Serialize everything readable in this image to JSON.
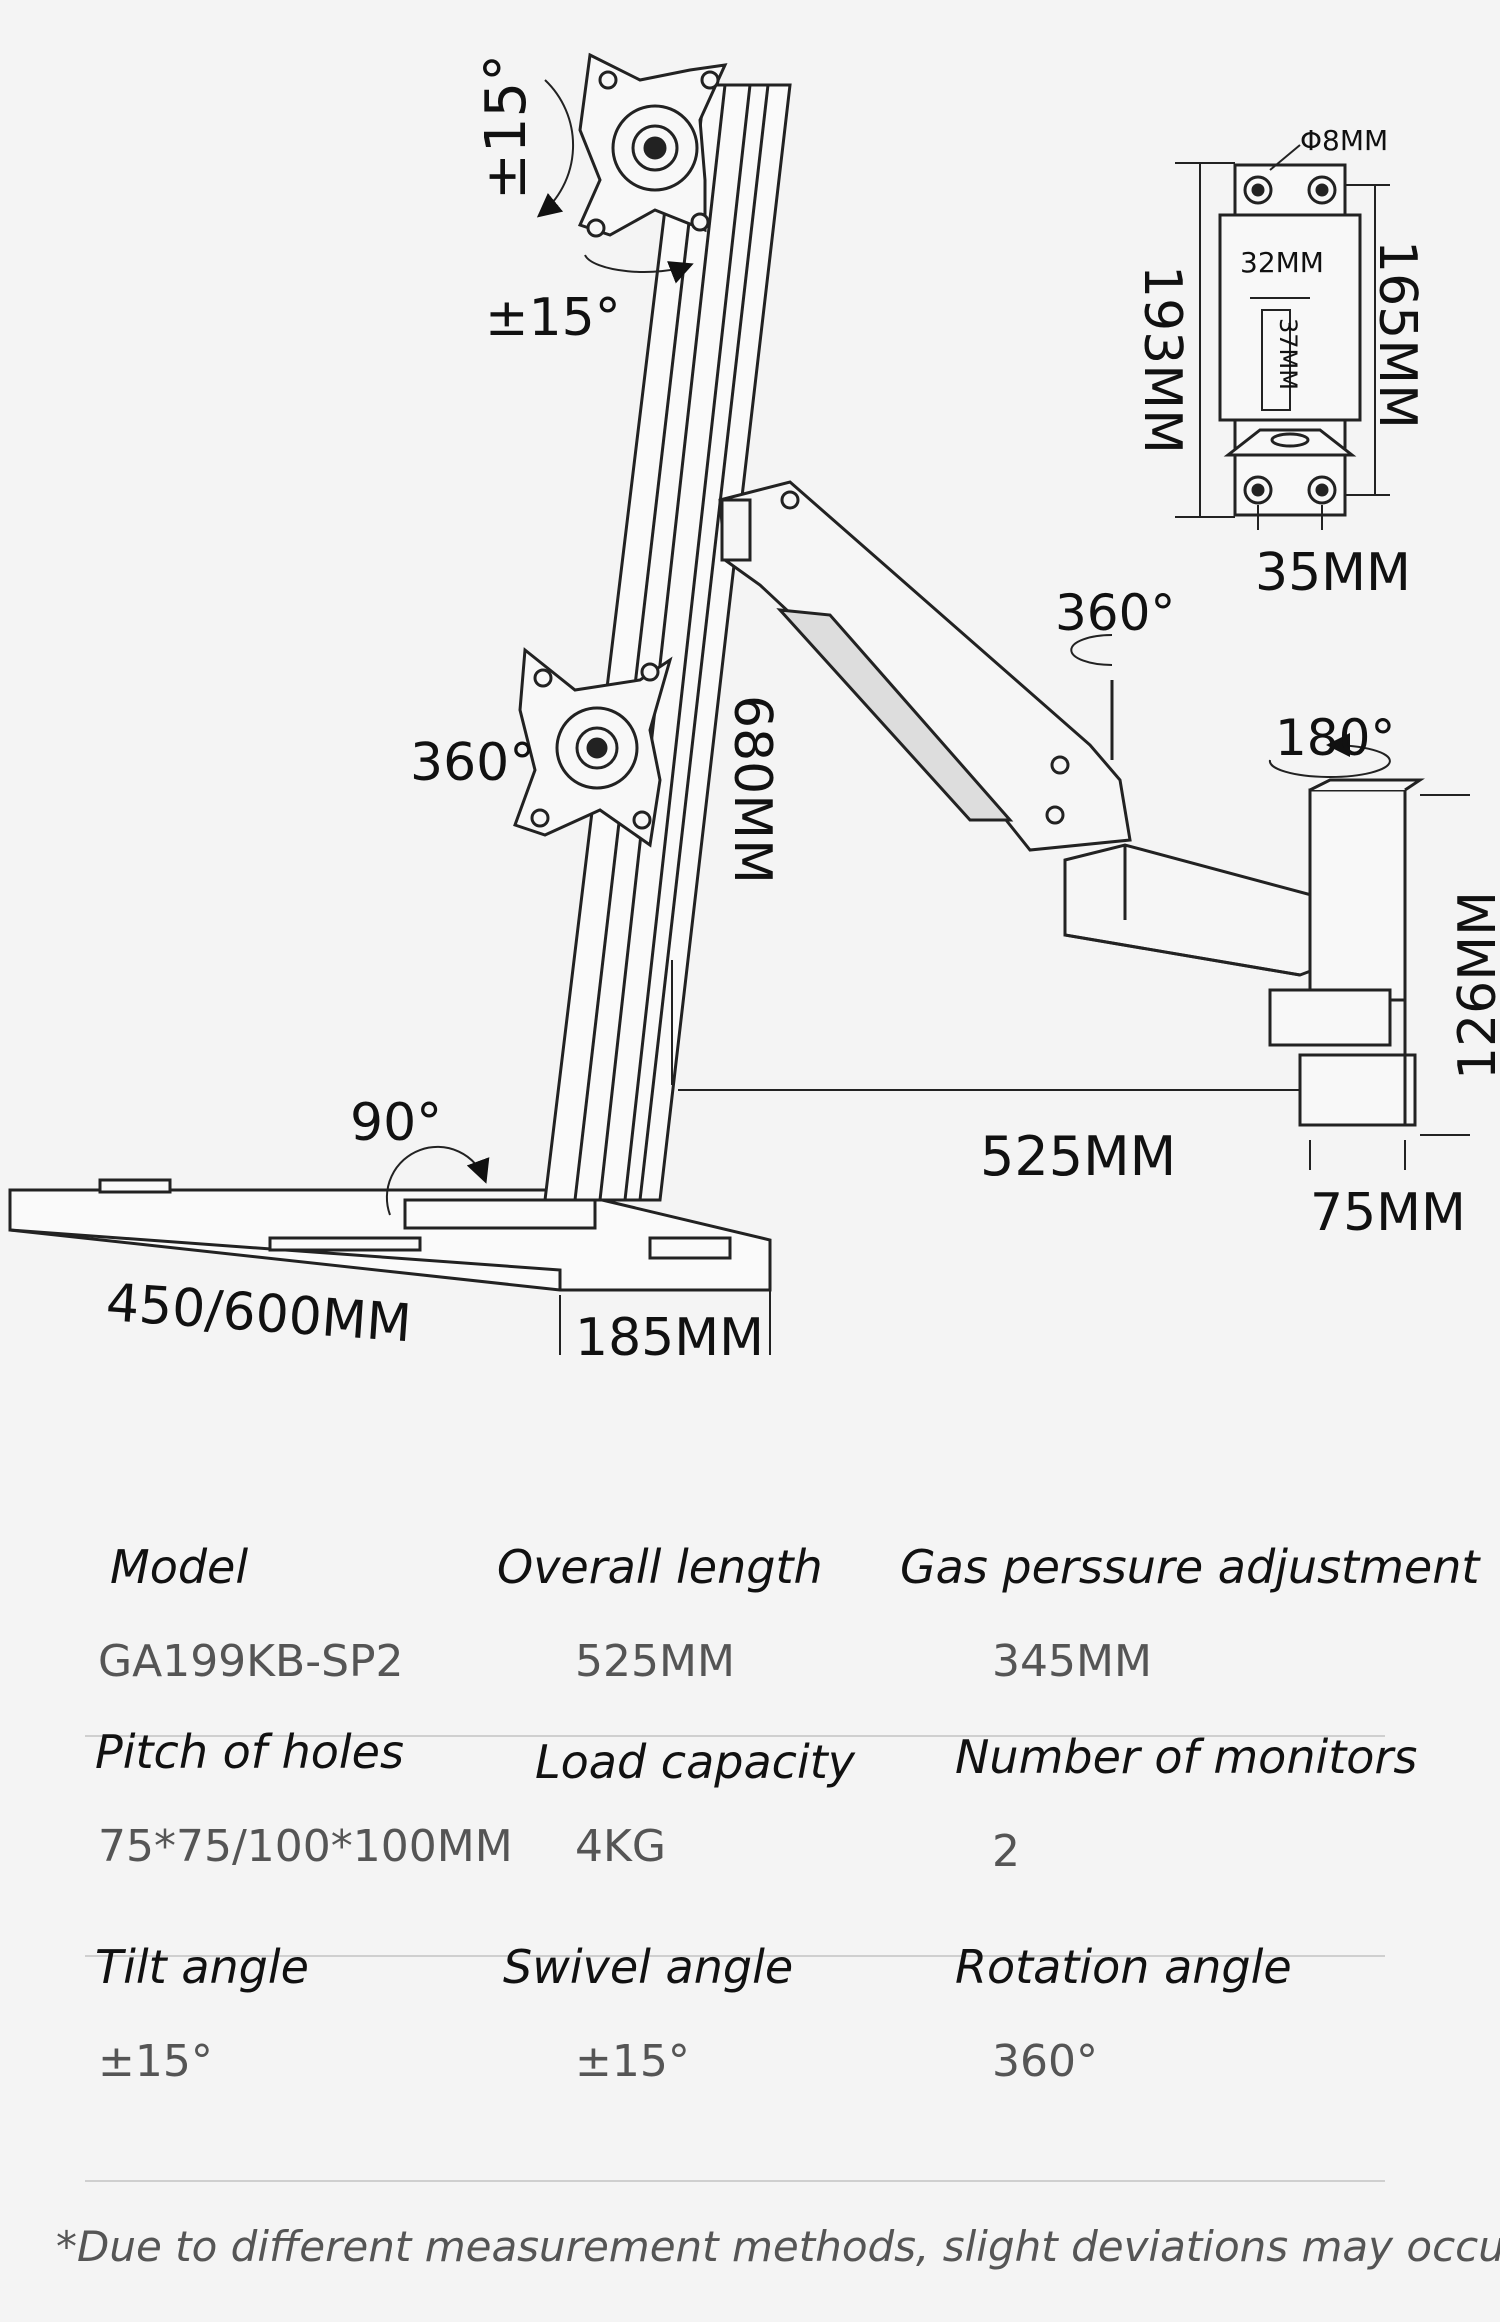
{
  "diagram": {
    "dimensions": {
      "tilt": "±15°",
      "swivel": "±15°",
      "rotation": "360°",
      "pole_height": "680MM",
      "base_angle": "90°",
      "base_width": "450/600MM",
      "base_depth": "185MM",
      "arm_swivel": "360°",
      "clamp_swivel": "180°",
      "reach": "525MM",
      "clamp_height": "126MM",
      "clamp_width": "75MM",
      "plate_hole": "Φ8MM",
      "plate_height_outer": "193MM",
      "plate_height_inner": "165MM",
      "plate_slot_width": "32MM",
      "plate_slot_height": "37MM",
      "plate_hole_spacing": "35MM"
    }
  },
  "specs": {
    "rows": [
      [
        {
          "label": "Model",
          "value": "GA199KB-SP2"
        },
        {
          "label": "Overall length",
          "value": "525MM"
        },
        {
          "label": "Gas perssure adjustment",
          "value": "345MM"
        }
      ],
      [
        {
          "label": "Pitch of holes",
          "value": "75*75/100*100MM"
        },
        {
          "label": "Load capacity",
          "value": "4KG"
        },
        {
          "label": "Number of monitors",
          "value": "2"
        }
      ],
      [
        {
          "label": "Tilt angle",
          "value": "±15°"
        },
        {
          "label": "Swivel angle",
          "value": "±15°"
        },
        {
          "label": "Rotation angle",
          "value": "360°"
        }
      ]
    ]
  },
  "footnote": "*Due to different measurement methods, slight deviations may occur"
}
